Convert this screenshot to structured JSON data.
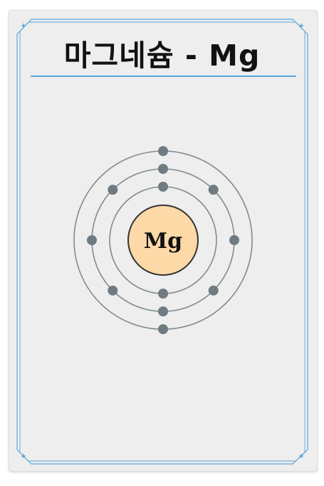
{
  "card": {
    "title": "마그네슘 - Mg"
  },
  "atom": {
    "symbol": "Mg",
    "shells": [
      2,
      8,
      2
    ],
    "colors": {
      "nucleus_fill": "#fcd9a6",
      "nucleus_stroke": "#333333",
      "orbit": "#7f8a90",
      "electron": "#6f7b80",
      "frame": "#5aa6dd"
    }
  }
}
